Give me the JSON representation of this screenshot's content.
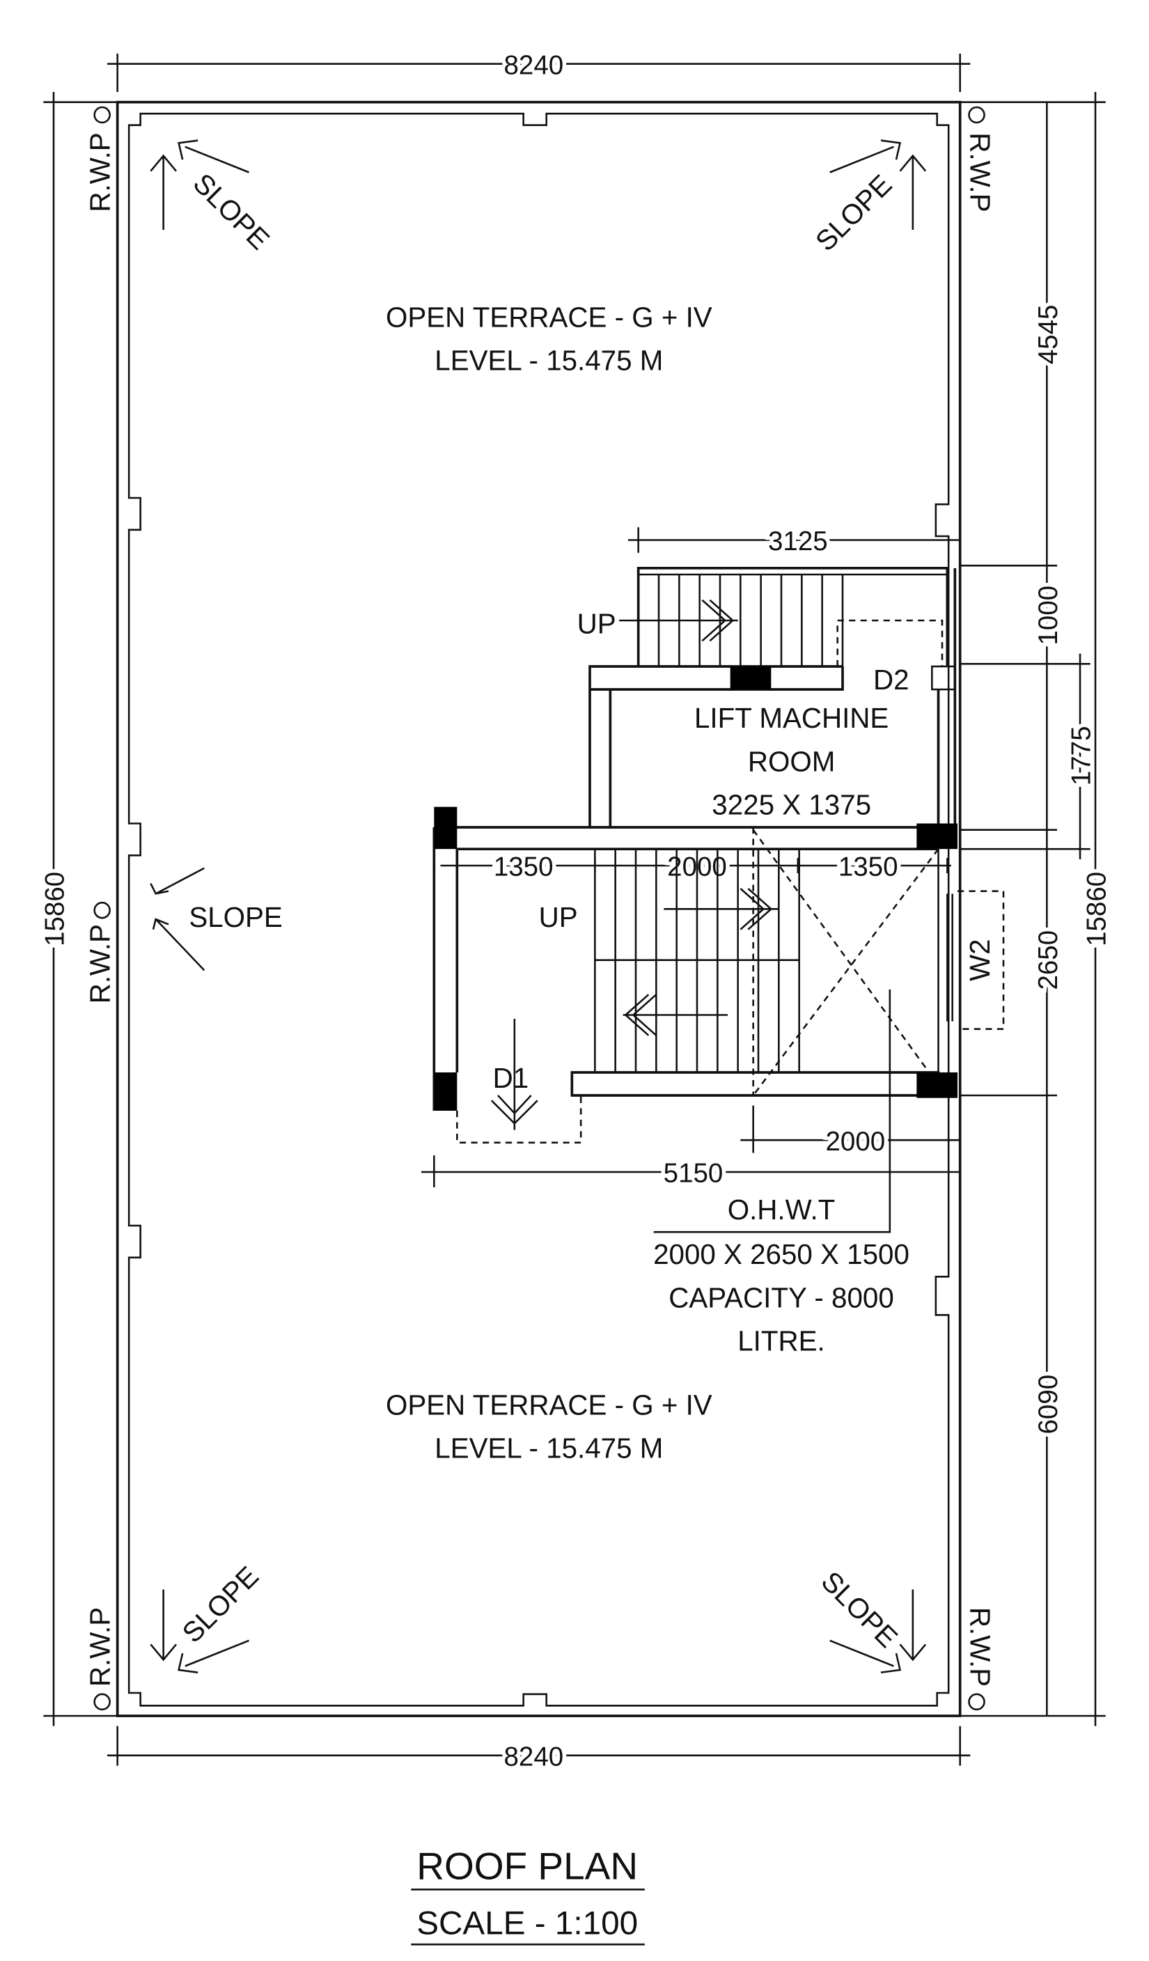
{
  "title": "ROOF PLAN",
  "scale": "SCALE - 1:100",
  "terrace_top": {
    "name": "OPEN TERRACE - G + IV",
    "level": "LEVEL - 15.475 M"
  },
  "terrace_bottom": {
    "name": "OPEN TERRACE - G + IV",
    "level": "LEVEL - 15.475 M"
  },
  "lift_room": {
    "line1": "LIFT MACHINE",
    "line2": "ROOM",
    "size": "3225 X 1375"
  },
  "ohwt": {
    "title": "O.H.W.T",
    "size": "2000 X 2650 X 1500",
    "capacity": "CAPACITY - 8000",
    "unit": "LITRE."
  },
  "labels": {
    "up": "UP",
    "slope": "SLOPE",
    "rwp": "R.W.P",
    "d1": "D1",
    "d2": "D2",
    "w2": "W2"
  },
  "dimensions": {
    "top_width": "8240",
    "bottom_width": "8240",
    "left_height": "15860",
    "right_height": "15860",
    "right_top": "4545",
    "right_1000": "1000",
    "right_1775": "1775",
    "right_2650": "2650",
    "right_bottom": "6090",
    "stair_width": "3125",
    "landing_left": "1350",
    "flight": "2000",
    "landing_right": "1350",
    "tank_width": "2000",
    "block_width": "5150"
  }
}
